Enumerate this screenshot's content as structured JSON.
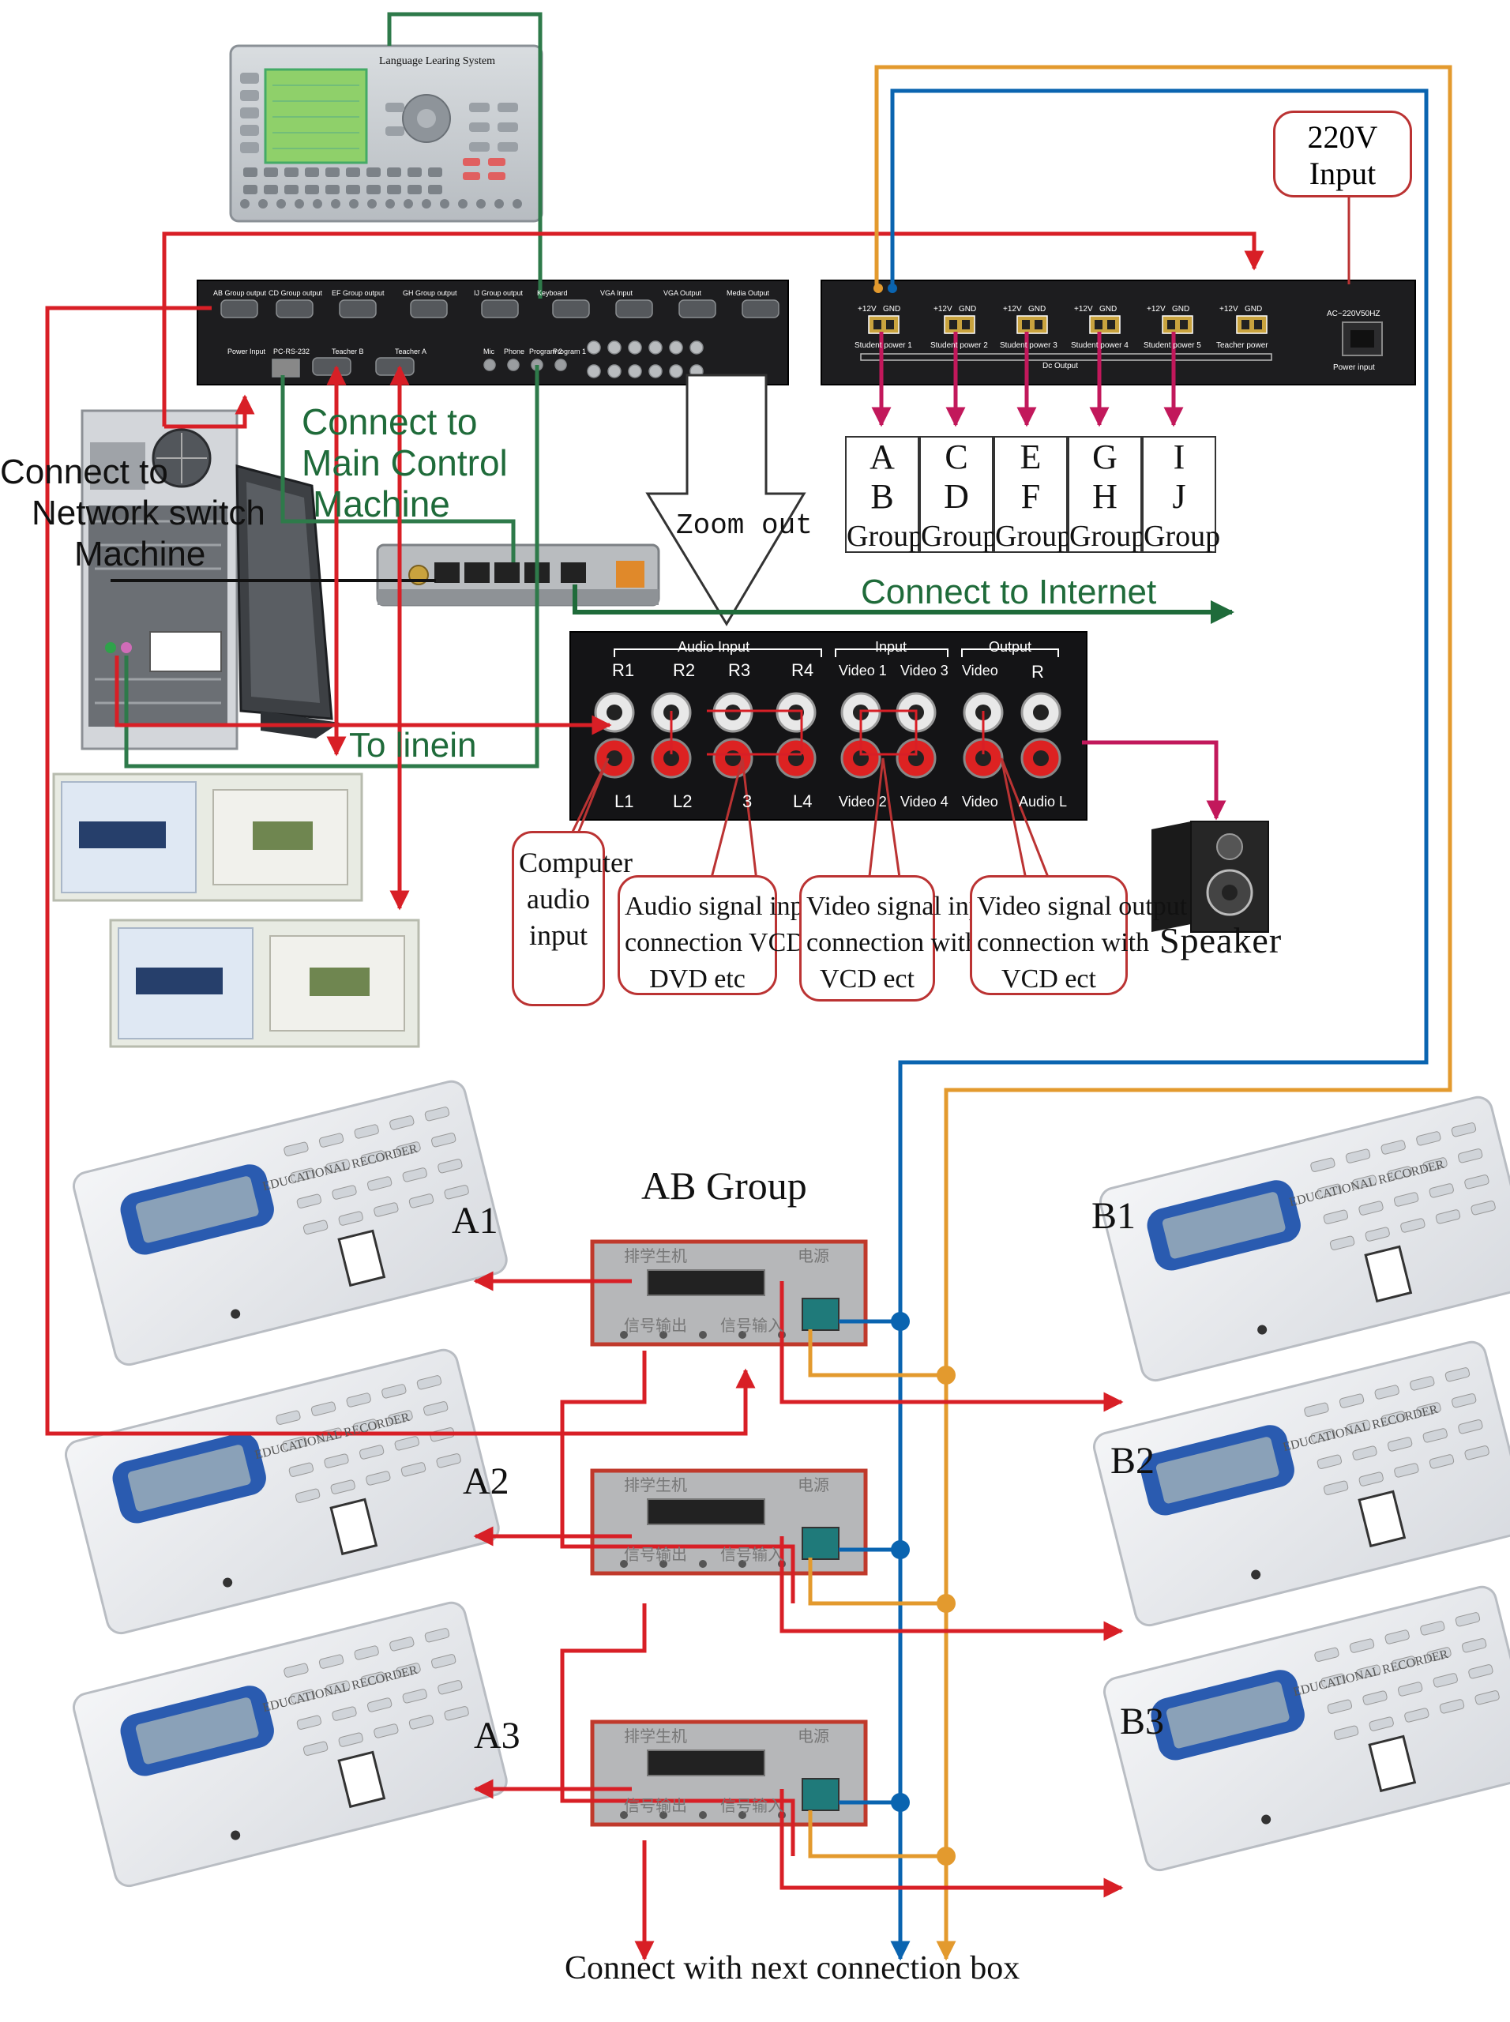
{
  "keyboard_title": "Language Learing System",
  "labels": {
    "connect_main": "Connect to Main Control Machine",
    "connect_main_l1": "Connect to",
    "connect_main_l2": "Main Control",
    "connect_main_l3": "Machine",
    "connect_network_l1": "Connect to",
    "connect_network_l2": "Network switch",
    "connect_network_l3": "Machine",
    "connect_internet": "Connect to Internet",
    "to_linein": "To  linein",
    "zoom_out": "Zoom out",
    "input_220v_l1": "220V",
    "input_220v_l2": "Input",
    "speaker": "Speaker",
    "ab_group": "AB Group",
    "next_box": "Connect with next connection box"
  },
  "groups": [
    {
      "l1": "A",
      "l2": "B",
      "l3": "Group"
    },
    {
      "l1": "C",
      "l2": "D",
      "l3": "Group"
    },
    {
      "l1": "E",
      "l2": "F",
      "l3": "Group"
    },
    {
      "l1": "G",
      "l2": "H",
      "l3": "Group"
    },
    {
      "l1": "I",
      "l2": "J",
      "l3": "Group"
    }
  ],
  "bubbles": [
    {
      "l1": "Computer",
      "l2": "audio",
      "l3": "input"
    },
    {
      "l1": "Audio signal input",
      "l2": "connection VCD",
      "l3": "DVD etc"
    },
    {
      "l1": "Video signal input",
      "l2": "connection with",
      "l3": "VCD ect"
    },
    {
      "l1": "Video signal output",
      "l2": "connection with",
      "l3": "VCD ect"
    }
  ],
  "panel": {
    "audio_input": "Audio Input",
    "input": "Input",
    "output": "Output",
    "r1": "R1",
    "r2": "R2",
    "r3": "R3",
    "r4": "R4",
    "l1": "L1",
    "l2": "L2",
    "l3": "3",
    "l4": "L4",
    "video1": "Video 1",
    "video3": "Video 3",
    "video2": "Video 2",
    "video4": "Video 4",
    "video_out": "Video",
    "video_out2": "Video",
    "r_out": "R",
    "audio_l": "Audio L"
  },
  "power_supply": {
    "ports": [
      "Student power 1",
      "Student power 2",
      "Student power 3",
      "Student power 4",
      "Student power 5",
      "Teacher power"
    ],
    "dc_output": "Dc Output",
    "ac_label": "AC~220V50HZ",
    "power_input": "Power input",
    "port_top": "+12V   GND"
  },
  "main_unit": {
    "top": [
      "AB Group output",
      "CD Group output",
      "EF Group output",
      "GH Group output",
      "IJ Group output",
      "Keyboard",
      "VGA Input",
      "VGA Output",
      "Media Output"
    ],
    "bottom": [
      "Power Input",
      "PC-RS-232",
      "Teacher B",
      "Teacher A",
      "Mic",
      "Phone",
      "Program 2",
      "Program 1"
    ]
  },
  "recorders": {
    "brand": "EDUCATIONAL RECORDER",
    "left": [
      "A1",
      "A2",
      "A3"
    ],
    "right": [
      "B1",
      "B2",
      "B3"
    ]
  },
  "box": {
    "top_left": "排学生机",
    "top_right": "电源",
    "bottom_left": "信号输出",
    "bottom_right": "信号输入"
  },
  "colors": {
    "red": "#d81f26",
    "blue": "#0a64b0",
    "orange": "#e39a2e",
    "green": "#2e7a4a",
    "dark_green": "#1f6b3a"
  }
}
